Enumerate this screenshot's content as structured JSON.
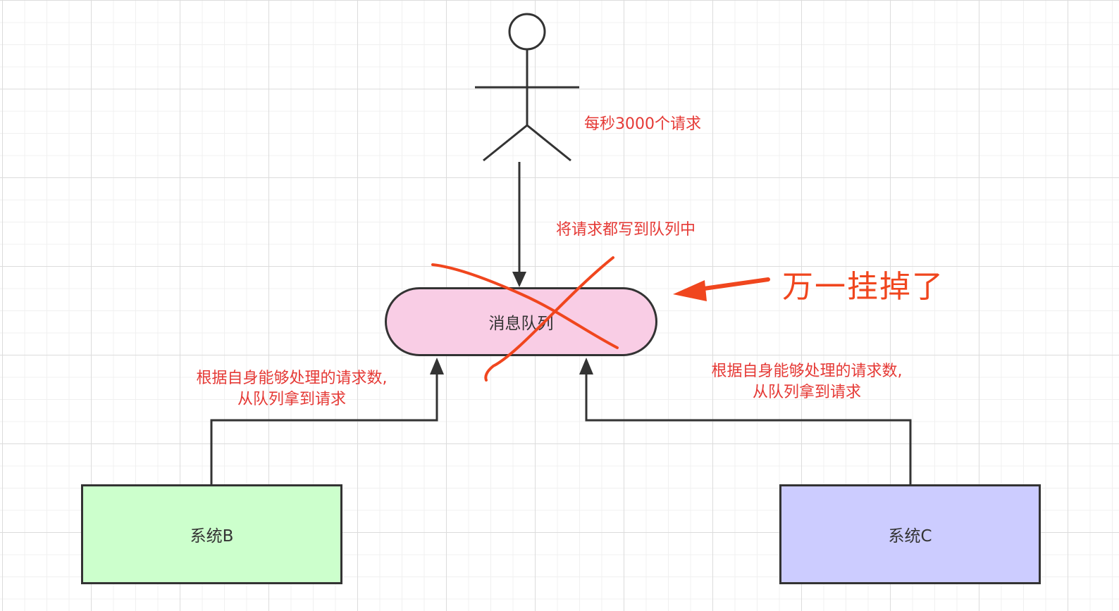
{
  "diagram": {
    "queue": {
      "label": "消息队列"
    },
    "system_b": {
      "label": "系统B"
    },
    "system_c": {
      "label": "系统C"
    },
    "notes": {
      "rate": "每秒3000个请求",
      "write_to_queue": "将请求都写到队列中",
      "pull_left": [
        "根据自身能够处理的请求数,",
        "从队列拿到请求"
      ],
      "pull_right": [
        "根据自身能够处理的请求数,",
        "从队列拿到请求"
      ],
      "failure": "万一挂掉了"
    },
    "colors": {
      "queue_fill": "#f9cde5",
      "system_b_fill": "#ccffcc",
      "system_c_fill": "#ccccff",
      "annotation_red": "#e53935",
      "cross_red": "#f0461e",
      "line": "#333333"
    },
    "icons": {
      "actor": "person-stick-figure-icon",
      "failure_mark": "red-cross-out-icon",
      "pointer": "red-arrow-icon"
    }
  }
}
